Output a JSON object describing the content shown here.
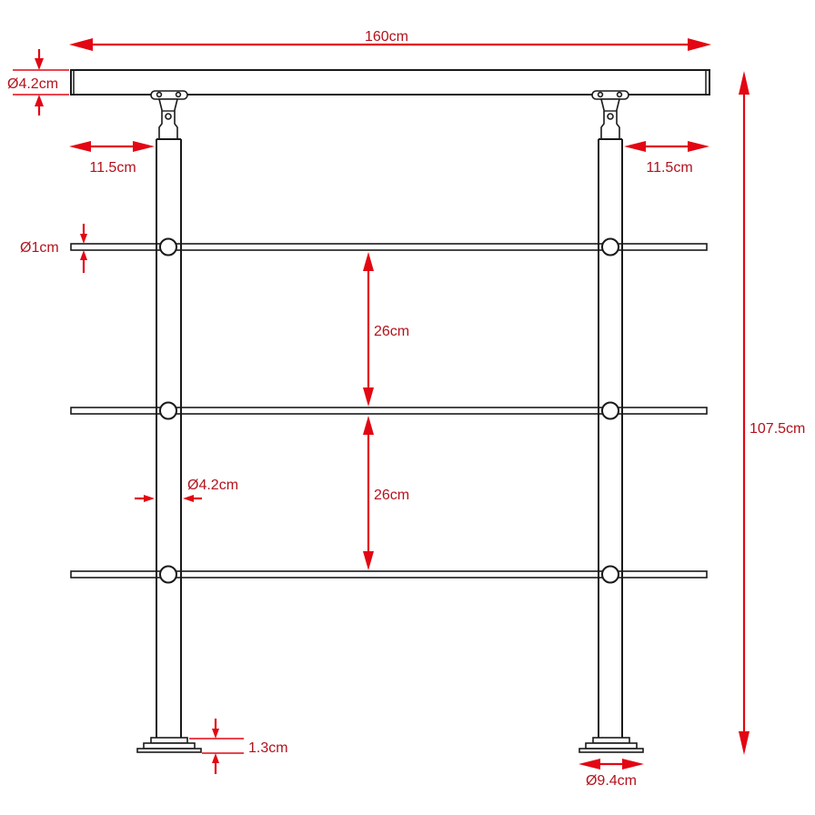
{
  "diagram": {
    "title": "Stainless steel railing dimension drawing",
    "colors": {
      "dimension_lines": "#e30613",
      "dimension_text": "#b3121c",
      "outline": "#1a1a1a",
      "background": "#ffffff"
    },
    "dimensions": {
      "overall_length": "160cm",
      "overall_height": "107.5cm",
      "handrail_diameter": "Ø4.2cm",
      "left_overhang": "11.5cm",
      "right_overhang": "11.5cm",
      "crossbar_diameter": "Ø1cm",
      "crossbar_spacing_upper": "26cm",
      "crossbar_spacing_lower": "26cm",
      "post_diameter": "Ø4.2cm",
      "base_plate_thickness": "1.3cm",
      "base_plate_diameter": "Ø9.4cm"
    },
    "components": {
      "handrail": "handrail tube",
      "posts": [
        "left post",
        "right post"
      ],
      "crossbars": [
        "top crossbar",
        "middle crossbar",
        "bottom crossbar"
      ],
      "brackets": [
        "left saddle bracket",
        "right saddle bracket"
      ],
      "base_plates": [
        "left base plate",
        "right base plate"
      ]
    }
  }
}
